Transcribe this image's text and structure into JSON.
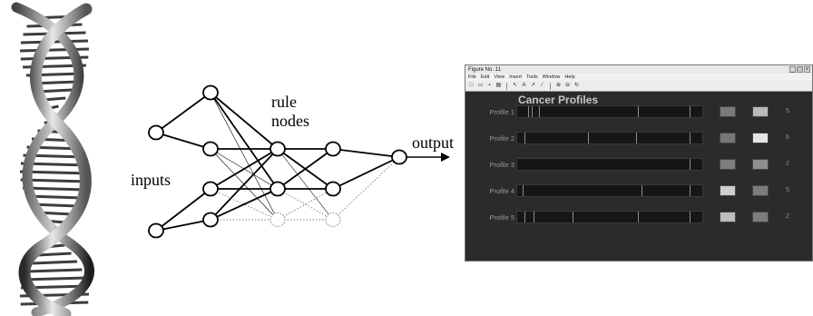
{
  "diagram": {
    "labels": {
      "inputs": "inputs",
      "rule_nodes_line1": "rule",
      "rule_nodes_line2": "nodes",
      "output": "output"
    }
  },
  "figure_window": {
    "title": "Figure No. 11",
    "window_buttons": [
      "_",
      "□",
      "×"
    ],
    "menu": [
      "File",
      "Edit",
      "View",
      "Insert",
      "Tools",
      "Window",
      "Help"
    ],
    "toolbar_icons": [
      "new-icon",
      "open-icon",
      "save-icon",
      "print-icon",
      "arrow-icon",
      "text-icon",
      "line-arrow-icon",
      "line-icon",
      "zoom-in-icon",
      "zoom-out-icon",
      "rotate-icon"
    ],
    "plot_title": "Cancer Profiles",
    "profiles": [
      {
        "label": "Profile 1",
        "ticks": [
          0.06,
          0.08,
          0.12,
          0.65,
          0.93
        ],
        "swatch1": "#7a7a7a",
        "swatch2": "#b9b9b9",
        "value": "5"
      },
      {
        "label": "Profile 2",
        "ticks": [
          0.04,
          0.38,
          0.64,
          0.93
        ],
        "swatch1": "#777777",
        "swatch2": "#e6e6e6",
        "value": "6"
      },
      {
        "label": "Profile 3",
        "ticks": [
          0.93
        ],
        "swatch1": "#7d7d7d",
        "swatch2": "#8f8f8f",
        "value": "2"
      },
      {
        "label": "Profile 4",
        "ticks": [
          0.03,
          0.67,
          0.93
        ],
        "swatch1": "#cfcfcf",
        "swatch2": "#7b7b7b",
        "value": "5"
      },
      {
        "label": "Profile 5",
        "ticks": [
          0.04,
          0.09,
          0.3,
          0.65,
          0.93
        ],
        "swatch1": "#bdbdbd",
        "swatch2": "#7c7c7c",
        "value": "2"
      }
    ]
  }
}
